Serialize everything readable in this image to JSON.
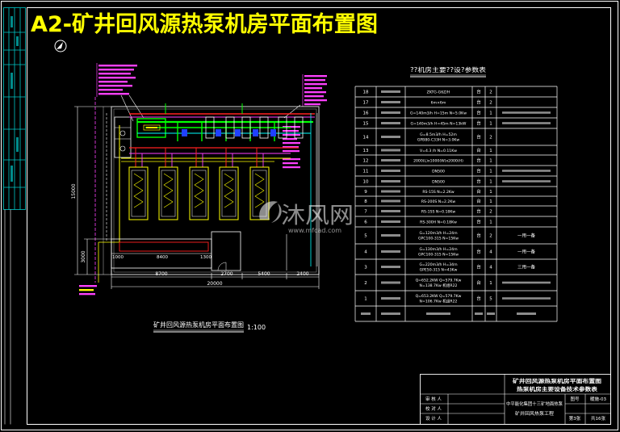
{
  "title": "A2-矿井回风源热泵机房平面布置图",
  "colors": {
    "background": "#000000",
    "title": "#ffff00",
    "frame": "#ffffff",
    "binding_grid": "#00c8c8",
    "pipe_green": "#00ff00",
    "pipe_red": "#ff2020",
    "pipe_magenta": "#ff40ff",
    "pipe_cyan": "#00ffff",
    "unit_yellow": "#ffff00",
    "pump_blue": "#2040ff"
  },
  "icons": {
    "north": "north-arrow-icon",
    "watermark_logo": "mfcad-logo-icon"
  },
  "plan": {
    "caption": "矿井回风源热泵机房平面布置图",
    "scale": "1:100",
    "dim_total": "20000",
    "dim_segments": [
      "8700",
      "2700",
      "5400",
      "2400"
    ],
    "dim_height": "15000",
    "dim_lower": "3000",
    "room_dims": [
      "1000",
      "8400",
      "1300"
    ]
  },
  "table": {
    "title": "??机房主要??设?参数表",
    "rows": [
      {
        "no": "18",
        "spec": [
          "ZKTG-G6Z/H"
        ],
        "unit": "台",
        "qty": "2",
        "remark": ""
      },
      {
        "no": "17",
        "spec": [
          "6m×6m"
        ],
        "unit": "台",
        "qty": "2",
        "remark": ""
      },
      {
        "no": "16",
        "spec": [
          "G=140m3/h H=15m N=5.0Kw"
        ],
        "unit": "台",
        "qty": "1",
        "remark": ""
      },
      {
        "no": "15",
        "spec": [
          "G=140m3/h H=45m N=13kW"
        ],
        "unit": "台",
        "qty": "1",
        "remark": ""
      },
      {
        "no": "14",
        "spec": [
          "G=8.5m3/h H=52m",
          "GPB80-C33H N=3.0Kw"
        ],
        "unit": "台",
        "qty": "2",
        "remark": ""
      },
      {
        "no": "13",
        "spec": [
          "V=4.3 /h N=0.11Kw"
        ],
        "unit": "台",
        "qty": "1",
        "remark": ""
      },
      {
        "no": "12",
        "spec": [
          "2000(L)x1000(W)x2000(H)"
        ],
        "unit": "台",
        "qty": "1",
        "remark": ""
      },
      {
        "no": "11",
        "spec": [
          "DN500"
        ],
        "unit": "台",
        "qty": "1",
        "remark": ""
      },
      {
        "no": "10",
        "spec": [
          "DN500"
        ],
        "unit": "台",
        "qty": "1",
        "remark": ""
      },
      {
        "no": "9",
        "spec": [
          "RS-15S N=2.2Kw"
        ],
        "unit": "台",
        "qty": "1",
        "remark": ""
      },
      {
        "no": "8",
        "spec": [
          "RS-200S N=2.2Kw"
        ],
        "unit": "台",
        "qty": "1",
        "remark": ""
      },
      {
        "no": "7",
        "spec": [
          "RS-1SS N=0.18Kw"
        ],
        "unit": "台",
        "qty": "2",
        "remark": ""
      },
      {
        "no": "6",
        "spec": [
          "RS-300H N=0.18Kw"
        ],
        "unit": "台",
        "qty": "1",
        "remark": ""
      },
      {
        "no": "5",
        "spec": [
          "G=120m3/h H=24m",
          "GPC100-315 N=15Kw"
        ],
        "unit": "台",
        "qty": "2",
        "remark": "一用一备"
      },
      {
        "no": "4",
        "spec": [
          "G=130m3/h H=24m",
          "GPC100-315 N=15Kw"
        ],
        "unit": "台",
        "qty": "4",
        "remark": "一用一备"
      },
      {
        "no": "3",
        "spec": [
          "G=220m3/h H=34m",
          "GPE50-315 N=43Kw"
        ],
        "unit": "台",
        "qty": "4",
        "remark": "三用一备"
      },
      {
        "no": "2",
        "spec": [
          "Q=652.2KW Q=579.7Kw",
          "N=138.7Kw 机组R22"
        ],
        "unit": "台",
        "qty": "1",
        "remark": ""
      },
      {
        "no": "1",
        "spec": [
          "Q=653.2KW Q=579.7Kw",
          "N=106.7Kw 机组R22"
        ],
        "unit": "台",
        "qty": "5",
        "remark": ""
      }
    ]
  },
  "title_block": {
    "drawing_title": [
      "矿井回风源热泵机房平面布置图",
      "热泵机房主要设备技术参数表"
    ],
    "roles": [
      "审 核 人",
      "校 对 人",
      "设 计 人"
    ],
    "project": [
      "中平能化集团十三矿地面热泵",
      "矿井回风热泵工程"
    ],
    "drawing_no_label": "图号",
    "drawing_no": "暖施-03",
    "sheet": "第3张",
    "total": "共16张"
  },
  "watermark": {
    "name": "沐风网",
    "url": "www.mfcad.com"
  }
}
